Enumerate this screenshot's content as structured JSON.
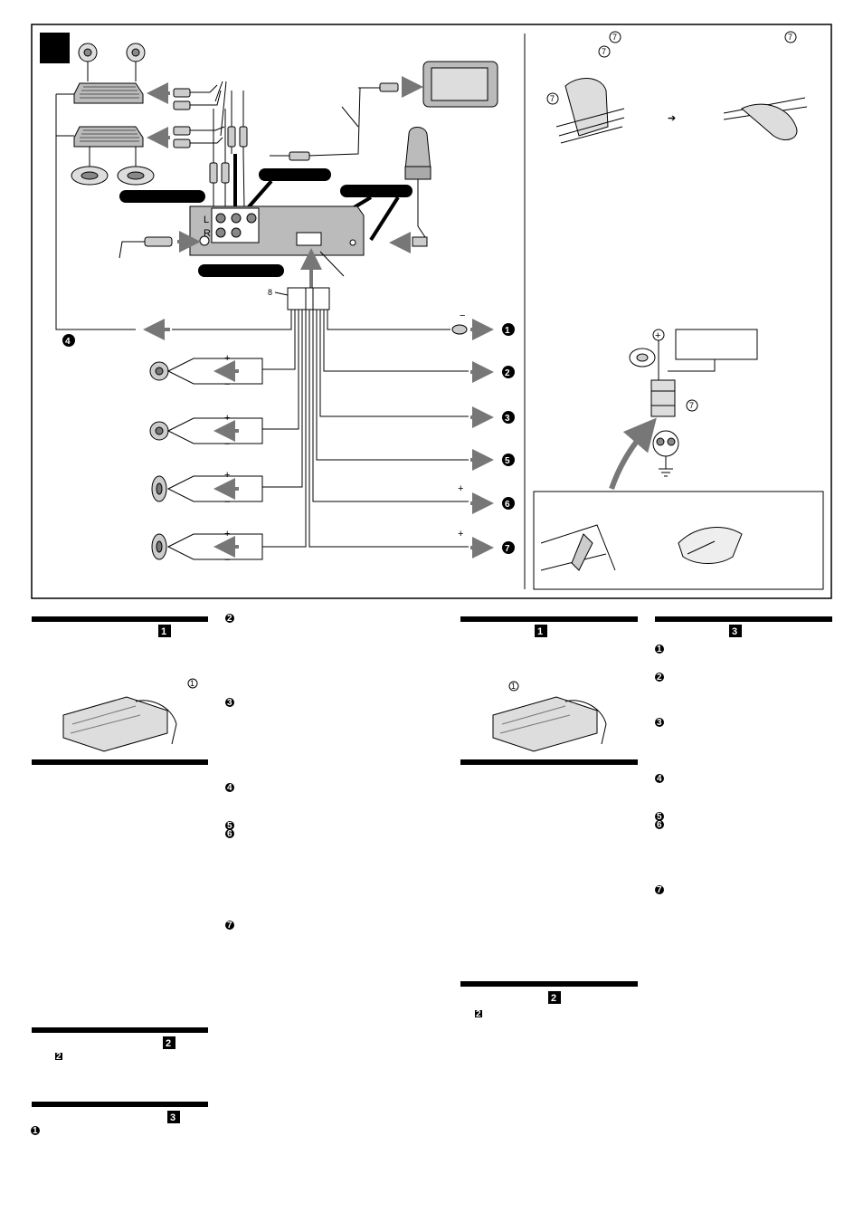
{
  "panel": {
    "jack_labels": [
      "L",
      "R"
    ],
    "wire_numbers": [
      "1",
      "2",
      "3",
      "5",
      "6",
      "7"
    ],
    "amp_wire_number": "4",
    "part_callout": "8",
    "clip_callout": "7",
    "polarity_plus": "+",
    "polarity_minus": "−"
  },
  "sections": {
    "left_heading_1": "1",
    "left_heading_2": "2",
    "left_heading_3": "3",
    "left_note_2": "2",
    "left_step_1": "1",
    "left_callout": "1",
    "middle_steps": [
      "2",
      "3",
      "4",
      "5",
      "6",
      "7"
    ],
    "right_heading_1": "1",
    "right_heading_2": "2",
    "right_note_2": "2",
    "right_callout": "1",
    "far_heading_3": "3",
    "far_steps": [
      "1",
      "2",
      "3",
      "4",
      "5",
      "6",
      "7"
    ]
  }
}
